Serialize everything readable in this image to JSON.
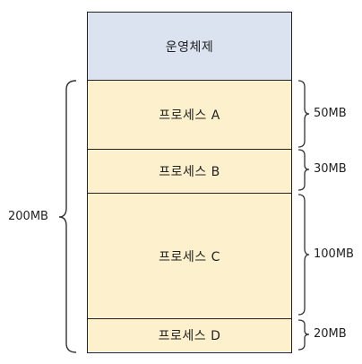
{
  "os_label": "운영체제",
  "processes": [
    {
      "label": "프로세스 A",
      "size": "50MB"
    },
    {
      "label": "프로세스 B",
      "size": "30MB"
    },
    {
      "label": "프로세스 C",
      "size": "100MB"
    },
    {
      "label": "프로세스 D",
      "size": "20MB"
    }
  ],
  "total_label": "200MB",
  "colors": {
    "os_fill": "#dbe2f0",
    "process_fill": "#fdf0cc",
    "stroke": "#222222"
  }
}
